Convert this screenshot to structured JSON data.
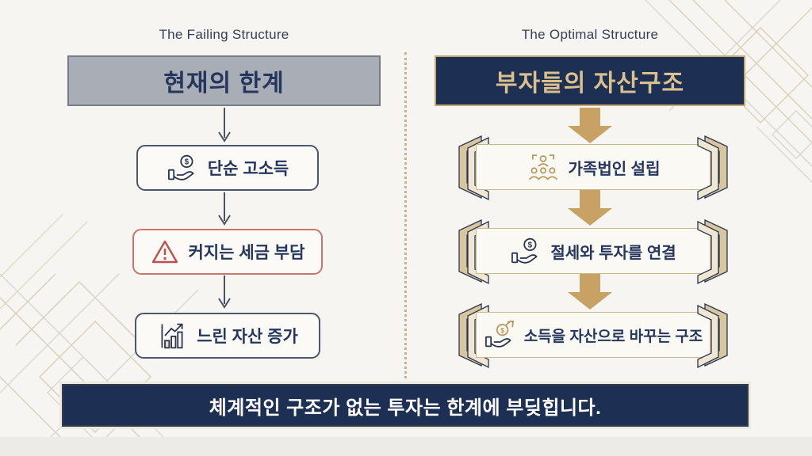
{
  "left": {
    "label": "The Failing Structure",
    "header": "현재의 한계",
    "steps": [
      {
        "icon": "hand-coin-icon",
        "label": "단순 고소득"
      },
      {
        "icon": "warning-triangle-icon",
        "label": "커지는 세금 부담"
      },
      {
        "icon": "bar-chart-icon",
        "label": "느린 자산 증가"
      }
    ]
  },
  "right": {
    "label": "The Optimal Structure",
    "header": "부자들의 자산구조",
    "steps": [
      {
        "icon": "family-icon",
        "label": "가족법인 설립"
      },
      {
        "icon": "hand-coin-icon",
        "label": "절세와 투자를 연결"
      },
      {
        "icon": "coin-growth-icon",
        "label": "소득을 자산으로 바꾸는 구조"
      }
    ]
  },
  "footer": "체계적인 구조가 없는 투자는 한계에 부딪힙니다.",
  "colors": {
    "background": "#f7f5f1",
    "navy": "#1d2f52",
    "gold_arrow": "#c8a264",
    "gold_text": "#d9c08c",
    "gray_header": "#a9aeb6",
    "warning_red": "#c0504d",
    "box_border": "#4d566b",
    "banner_border": "#c9b88f"
  }
}
